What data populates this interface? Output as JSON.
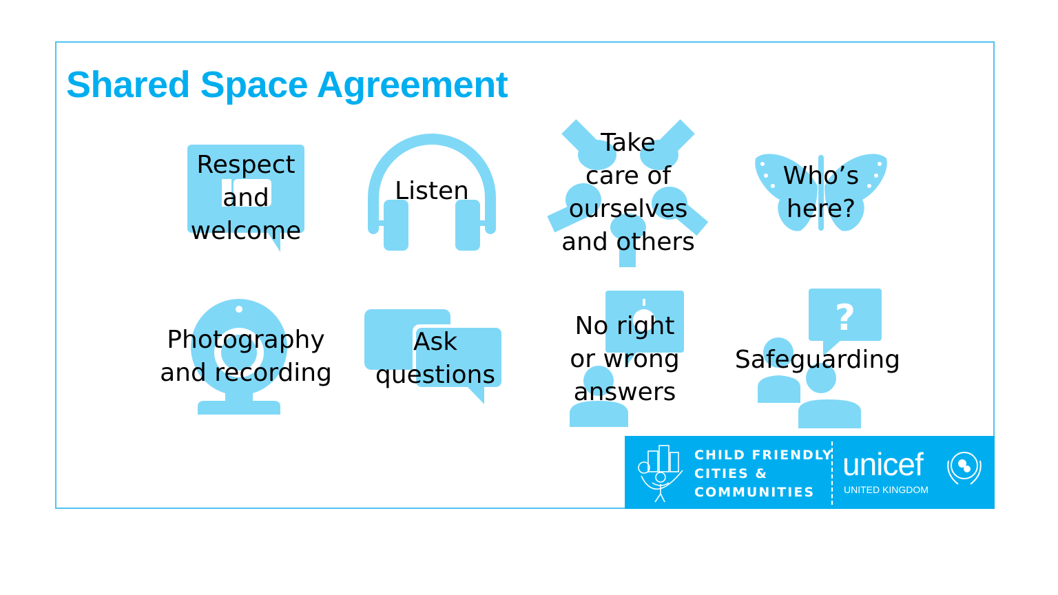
{
  "title": "Shared Space Agreement",
  "colors": {
    "brand": "#00aeef",
    "icon_fill": "#80d8f7",
    "frame": "#4fc3f0",
    "text": "#000000"
  },
  "items": [
    {
      "label": "Respect\nand\nwelcome",
      "icon": "speech-bubble-thumbs-up-icon"
    },
    {
      "label": "Listen",
      "icon": "headphones-icon"
    },
    {
      "label": "Take\ncare of\nourselves\nand others",
      "icon": "hands-circle-icon"
    },
    {
      "label": "Who’s\nhere?",
      "icon": "butterfly-icon"
    },
    {
      "label": "Photography\nand recording",
      "icon": "webcam-icon"
    },
    {
      "label": "Ask\nquestions",
      "icon": "chat-bubbles-icon"
    },
    {
      "label": "No right\nor wrong\nanswers",
      "icon": "person-idea-bubble-icon"
    },
    {
      "label": "Safeguarding",
      "icon": "people-question-bubble-icon"
    }
  ],
  "footer": {
    "cfc_text": "CHILD FRIENDLY\nCITIES &\nCOMMUNITIES",
    "unicef": "unicef",
    "country": "UNITED KINGDOM"
  }
}
